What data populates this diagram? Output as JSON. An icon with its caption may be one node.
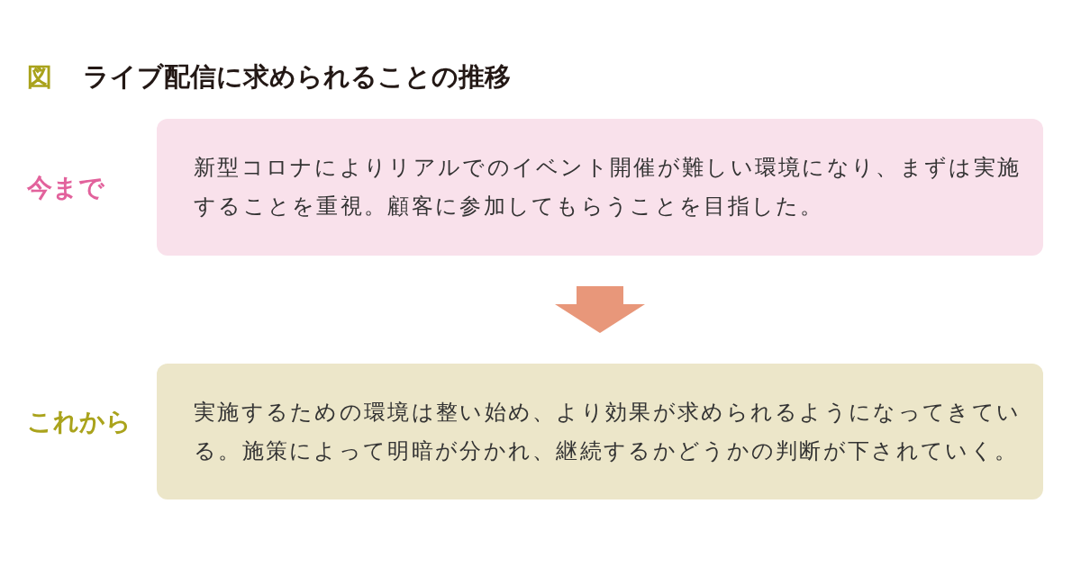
{
  "diagram": {
    "title": "ライブ配信に求められることの推移",
    "nodes": [
      {
        "text": [
          "今まで",
          "新型コロナによりリアルでのイベント開催が難しい環境になり、まずは実施することを重視。顧客に参加してもらうことを目指した。"
        ]
      },
      {
        "text": [
          "これから",
          "実施するための環境は整い始め、より効果が求められるようになってきている。施策によって明暗が分かれ、継続するかどうかの判断が下されていく。"
        ]
      }
    ],
    "edges": [
      {
        "from": 0,
        "to": 1,
        "arrow": "to"
      }
    ],
    "labels": [
      "図"
    ]
  }
}
